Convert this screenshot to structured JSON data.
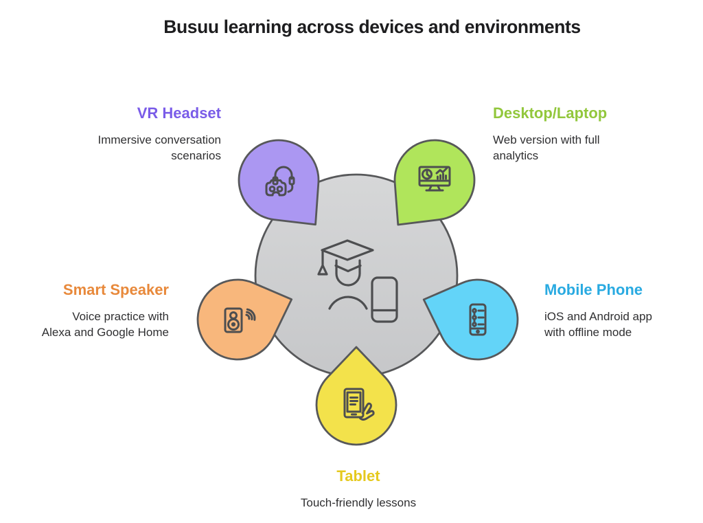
{
  "title": "Busuu learning across devices and environments",
  "palette": {
    "background": "#ffffff",
    "hub_top": "#d6d7d8",
    "hub_bottom": "#c6c7c9",
    "outline": "#57585a",
    "icon_stroke": "#4d4e50",
    "title_text": "#1d1d1f",
    "body_text": "#2f2f31"
  },
  "hub": {
    "icon": "student-graduate-with-phone-icon"
  },
  "nodes": [
    {
      "id": "vr-headset",
      "label": "VR Headset",
      "description": "Immersive conversation\nscenarios",
      "accent": "#7a5ce8",
      "fill": "#ab97f2",
      "icon": "vr-headset-icon"
    },
    {
      "id": "desktop-laptop",
      "label": "Desktop/Laptop",
      "description": "Web version with full\nanalytics",
      "accent": "#92c73c",
      "fill": "#b0e55b",
      "icon": "desktop-analytics-icon"
    },
    {
      "id": "smart-speaker",
      "label": "Smart Speaker",
      "description": "Voice practice with\nAlexa and Google Home",
      "accent": "#e8893b",
      "fill": "#f8b77c",
      "icon": "smart-speaker-icon"
    },
    {
      "id": "mobile-phone",
      "label": "Mobile Phone",
      "description": "iOS and Android app\nwith offline mode",
      "accent": "#29aae1",
      "fill": "#63d4f8",
      "icon": "mobile-app-icon"
    },
    {
      "id": "tablet",
      "label": "Tablet",
      "description": "Touch-friendly lessons",
      "accent": "#e5c91e",
      "fill": "#f3e24b",
      "icon": "tablet-touch-icon"
    }
  ]
}
